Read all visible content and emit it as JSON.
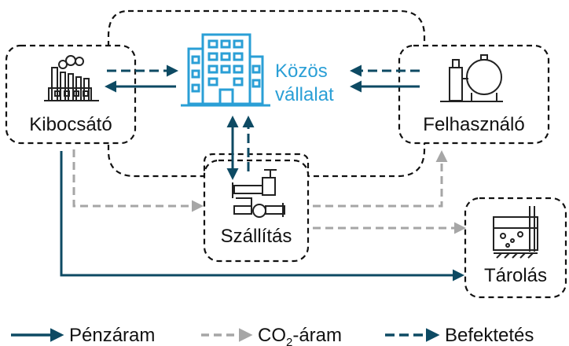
{
  "nodes": {
    "emitter": "Kibocsátó",
    "joint_company_line1": "Közös",
    "joint_company_line2": "vállalat",
    "user": "Felhasználó",
    "transport": "Szállítás",
    "storage": "Tárolás"
  },
  "legend": {
    "cash_flow": "Pénzáram",
    "co2_prefix": "CO",
    "co2_sub": "2",
    "co2_suffix": "-áram",
    "investment": "Befektetés"
  },
  "colors": {
    "cash_flow": "#0d4a63",
    "co2_flow": "#a6a6a6",
    "investment": "#0d4a63",
    "joint_company": "#2a9fd6",
    "border": "#111111"
  }
}
